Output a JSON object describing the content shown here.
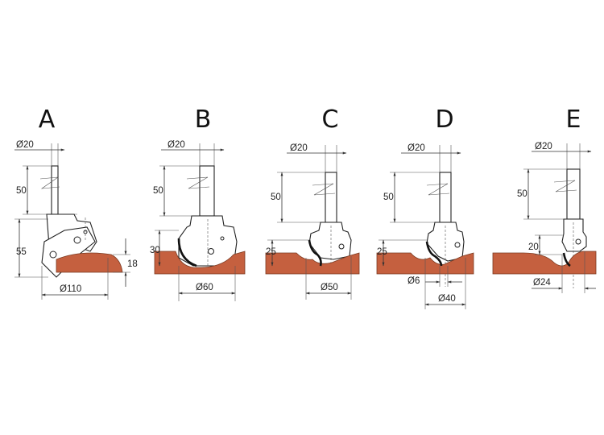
{
  "colors": {
    "wood": "#c5603f",
    "wood_edge": "#7a3a22",
    "line": "#333333"
  },
  "bits": [
    {
      "id": "A",
      "label": "A",
      "dims": {
        "shank_dia": "Ø20",
        "shank_len": "50",
        "height": "55",
        "depth": "18",
        "cut_dia": "Ø110"
      }
    },
    {
      "id": "B",
      "label": "B",
      "dims": {
        "shank_dia": "Ø20",
        "shank_len": "50",
        "height": "30",
        "cut_dia": "Ø60"
      }
    },
    {
      "id": "C",
      "label": "C",
      "dims": {
        "shank_dia": "Ø20",
        "shank_len": "50",
        "height": "25",
        "cut_dia": "Ø50"
      }
    },
    {
      "id": "D",
      "label": "D",
      "dims": {
        "shank_dia": "Ø20",
        "shank_len": "50",
        "height": "25",
        "small_dia": "Ø6",
        "cut_dia": "Ø40"
      }
    },
    {
      "id": "E",
      "label": "E",
      "dims": {
        "shank_dia": "Ø20",
        "shank_len": "50",
        "height": "20",
        "cut_dia": "Ø24"
      }
    }
  ]
}
